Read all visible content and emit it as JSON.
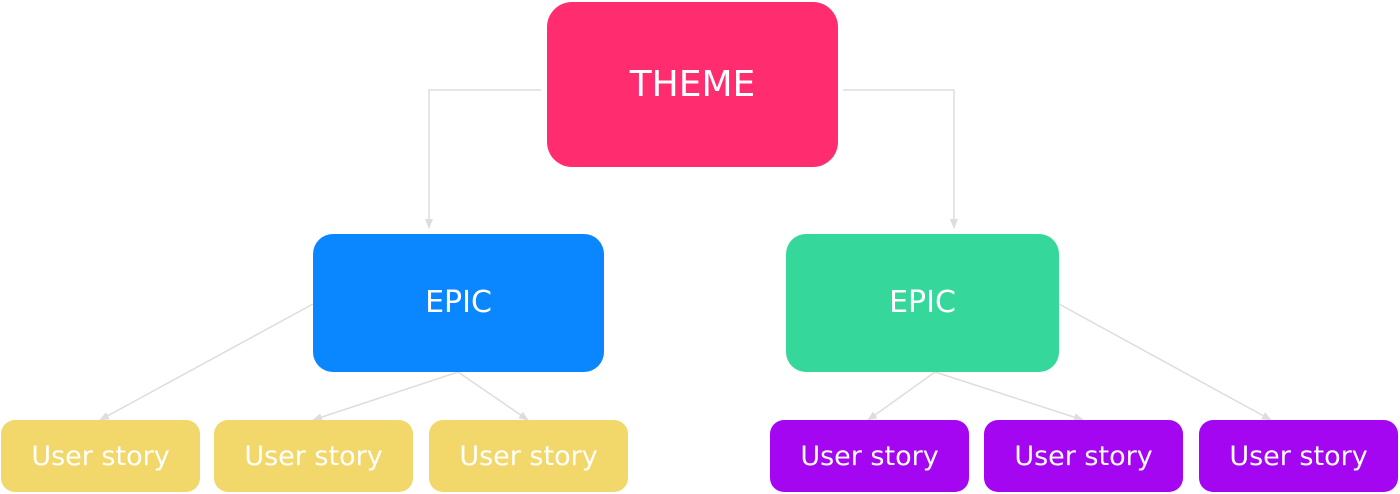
{
  "theme": {
    "label": "THEME",
    "color": "#ff2d6f"
  },
  "epics": [
    {
      "label": "EPIC",
      "color": "#0a86ff"
    },
    {
      "label": "EPIC",
      "color": "#35d79a"
    }
  ],
  "stories": [
    {
      "label": "User story",
      "color": "#f2d86b",
      "parent": 0
    },
    {
      "label": "User story",
      "color": "#f2d86b",
      "parent": 0
    },
    {
      "label": "User story",
      "color": "#f2d86b",
      "parent": 0
    },
    {
      "label": "User story",
      "color": "#a506f2",
      "parent": 1
    },
    {
      "label": "User story",
      "color": "#a506f2",
      "parent": 1
    },
    {
      "label": "User story",
      "color": "#a506f2",
      "parent": 1
    }
  ],
  "connector_color": "#dddddd"
}
